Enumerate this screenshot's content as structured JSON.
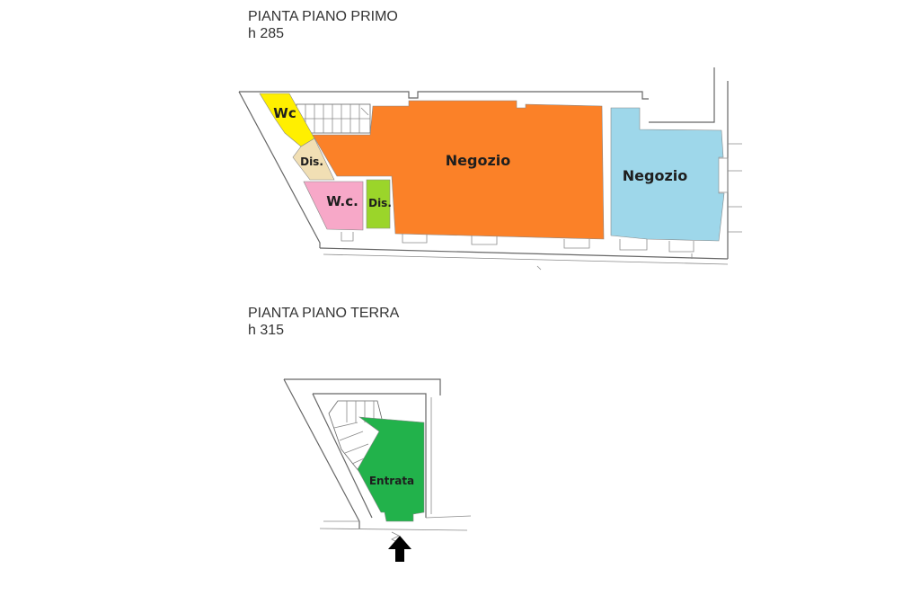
{
  "floors": {
    "first": {
      "title": "PIANTA PIANO PRIMO",
      "height": "h 285",
      "rooms": {
        "wc_top": {
          "label": "Wc",
          "color": "#ffef00"
        },
        "dis_left": {
          "label": "Dis.",
          "color": "#f1dfb4"
        },
        "wc_pink": {
          "label": "W.c.",
          "color": "#f7a8c8"
        },
        "dis_green": {
          "label": "Dis.",
          "color": "#9bd52a"
        },
        "negozio_orange": {
          "label": "Negozio",
          "color": "#fb8128"
        },
        "negozio_blue": {
          "label": "Negozio",
          "color": "#9ed7ea"
        }
      }
    },
    "ground": {
      "title": "PIANTA PIANO TERRA",
      "height": "h 315",
      "rooms": {
        "entrata": {
          "label": "Entrata",
          "color": "#22b24b"
        }
      }
    }
  },
  "icons": {
    "entrance_arrow": "up-arrow-icon"
  }
}
